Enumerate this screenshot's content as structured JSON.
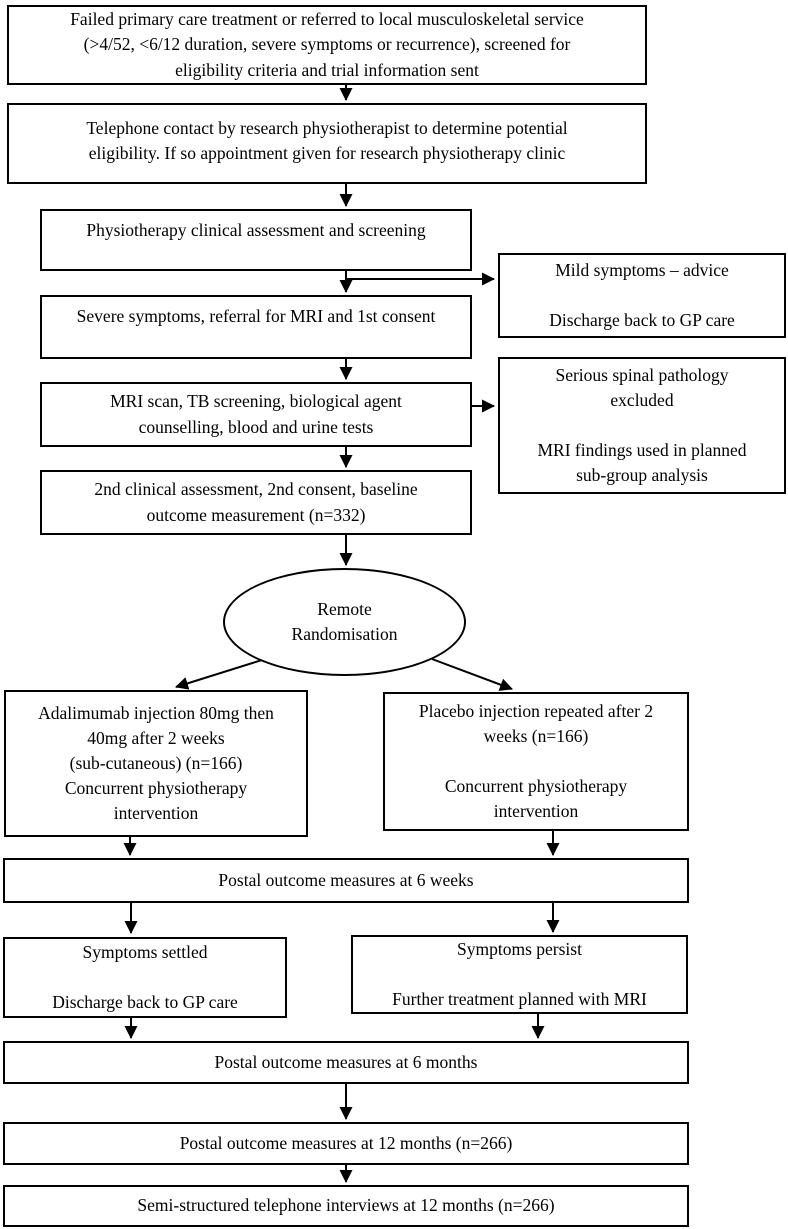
{
  "diagram": {
    "type": "trial-flowchart",
    "colors": {
      "line": "#000000",
      "box_border": "#000000",
      "box_fill": "#ffffff",
      "text": "#000000"
    },
    "nodes": {
      "screening_referral": {
        "shape": "rect",
        "text": "Failed primary care treatment or referred to local musculoskeletal service\n(>4/52, <6/12 duration, severe symptoms or recurrence), screened for\neligibility criteria and trial information sent"
      },
      "telephone_contact": {
        "shape": "rect",
        "text": "Telephone contact by research physiotherapist to determine potential\neligibility. If so appointment given for research physiotherapy clinic"
      },
      "physio_assessment": {
        "shape": "rect",
        "text": "Physiotherapy clinical assessment and screening"
      },
      "mild_symptoms": {
        "shape": "rect",
        "text": "Mild symptoms – advice\n\nDischarge back to GP care"
      },
      "severe_symptoms": {
        "shape": "rect",
        "text": "Severe symptoms, referral for MRI and 1st consent"
      },
      "mri_tests": {
        "shape": "rect",
        "text": "MRI scan, TB screening, biological agent\ncounselling, blood and urine tests"
      },
      "serious_pathology": {
        "shape": "rect",
        "text": "Serious spinal pathology\nexcluded\n\nMRI findings used in planned\nsub-group analysis"
      },
      "second_assessment": {
        "shape": "rect",
        "text": "2nd clinical assessment, 2nd consent, baseline\noutcome measurement (n=332)"
      },
      "randomisation": {
        "shape": "ellipse",
        "text": "Remote\nRandomisation"
      },
      "adalimumab_arm": {
        "shape": "rect",
        "text": "Adalimumab injection 80mg then\n40mg after 2 weeks\n(sub-cutaneous) (n=166)\nConcurrent physiotherapy\nintervention"
      },
      "placebo_arm": {
        "shape": "rect",
        "text": "Placebo injection repeated after 2\nweeks (n=166)\n\nConcurrent physiotherapy\nintervention"
      },
      "postal_6_weeks": {
        "shape": "rect",
        "text": "Postal outcome measures at 6 weeks"
      },
      "symptoms_settled": {
        "shape": "rect",
        "text": "Symptoms settled\n\nDischarge back to GP care"
      },
      "symptoms_persist": {
        "shape": "rect",
        "text": "Symptoms persist\n\nFurther treatment planned with MRI"
      },
      "postal_6_months": {
        "shape": "rect",
        "text": "Postal outcome measures at 6 months"
      },
      "postal_12_months": {
        "shape": "rect",
        "text": "Postal outcome measures at 12 months (n=266)"
      },
      "telephone_interviews": {
        "shape": "rect",
        "text": "Semi-structured telephone interviews at 12 months (n=266)"
      }
    },
    "edges": [
      {
        "from": "screening_referral",
        "to": "telephone_contact"
      },
      {
        "from": "telephone_contact",
        "to": "physio_assessment"
      },
      {
        "from": "physio_assessment",
        "to": "severe_symptoms"
      },
      {
        "from": "physio_assessment",
        "to": "mild_symptoms"
      },
      {
        "from": "severe_symptoms",
        "to": "mri_tests"
      },
      {
        "from": "mri_tests",
        "to": "serious_pathology"
      },
      {
        "from": "mri_tests",
        "to": "second_assessment"
      },
      {
        "from": "second_assessment",
        "to": "randomisation"
      },
      {
        "from": "randomisation",
        "to": "adalimumab_arm"
      },
      {
        "from": "randomisation",
        "to": "placebo_arm"
      },
      {
        "from": "adalimumab_arm",
        "to": "postal_6_weeks"
      },
      {
        "from": "placebo_arm",
        "to": "postal_6_weeks"
      },
      {
        "from": "postal_6_weeks",
        "to": "symptoms_settled"
      },
      {
        "from": "postal_6_weeks",
        "to": "symptoms_persist"
      },
      {
        "from": "symptoms_settled",
        "to": "postal_6_months"
      },
      {
        "from": "symptoms_persist",
        "to": "postal_6_months"
      },
      {
        "from": "postal_6_months",
        "to": "postal_12_months"
      },
      {
        "from": "postal_12_months",
        "to": "telephone_interviews"
      }
    ]
  }
}
